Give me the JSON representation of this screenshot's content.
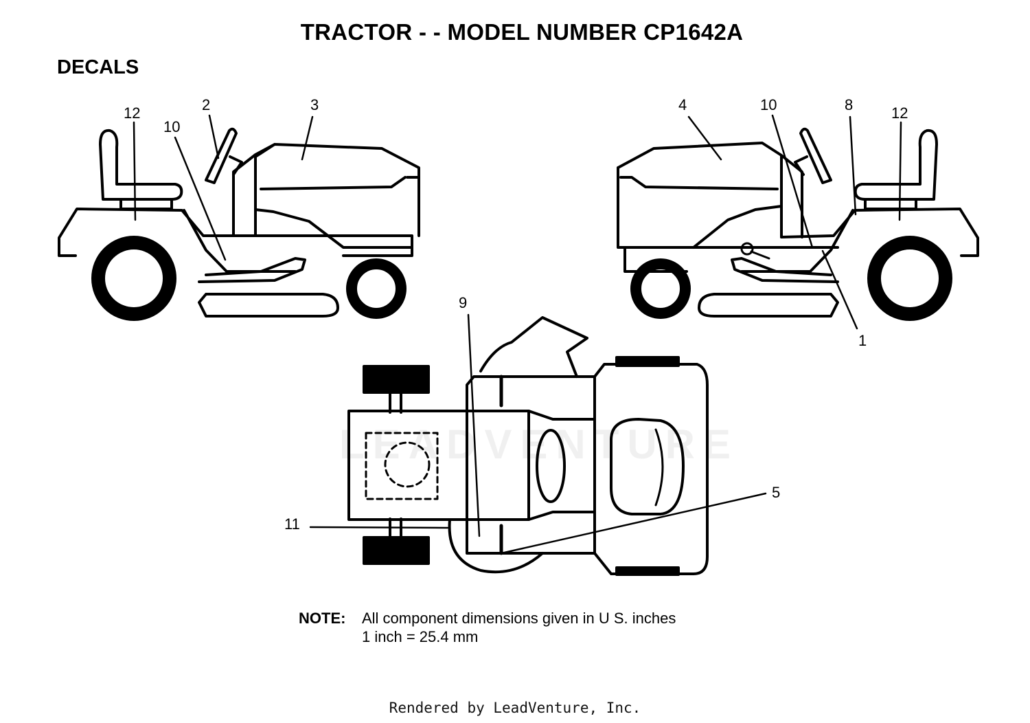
{
  "header": {
    "title": "TRACTOR - - MODEL NUMBER CP1642A"
  },
  "section": {
    "title": "DECALS"
  },
  "callouts": {
    "left_view": [
      "12",
      "2",
      "3",
      "10"
    ],
    "right_view": [
      "4",
      "10",
      "8",
      "12",
      "1"
    ],
    "top_view": [
      "9",
      "5",
      "11"
    ]
  },
  "note": {
    "label": "NOTE:",
    "line1": "All component dimensions given in U S. inches",
    "line2": "1 inch = 25.4 mm"
  },
  "watermark": "LEADVENTURE",
  "footer": {
    "text": "Rendered by LeadVenture, Inc."
  }
}
